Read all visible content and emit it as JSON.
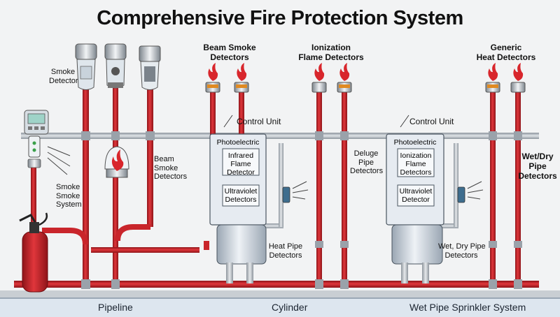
{
  "title": "Comprehensive Fire Protection System",
  "labels": {
    "smoke_detector": [
      "Smoke",
      "Detector"
    ],
    "beam_smoke_detectors": [
      "Beam Smoke",
      "Detectors"
    ],
    "ionization_flame_detectors": [
      "Ionization",
      "Flame Detectors"
    ],
    "generic_heat_detectors": [
      "Generic",
      "Heat Detectors"
    ],
    "control_unit_left": "Control Unit",
    "control_unit_right": "Control Unit",
    "beam_smoke_detectors_mid": [
      "Beam",
      "Smoke",
      "Detectors"
    ],
    "smoke_system": [
      "Smoke",
      "Smoke",
      "System"
    ],
    "deluge_pipe_detectors": [
      "Deluge",
      "Pipe",
      "Detectors"
    ],
    "wet_dry_pipe_detectors": [
      "Wet/Dry",
      "Pipe",
      "Detectors"
    ],
    "heat_pipe_detectors": [
      "Heat Pipe",
      "Detectors"
    ],
    "wet_dry_pipe_detectors_low": [
      "Wet, Dry Pipe",
      "Detectors"
    ]
  },
  "panel_left": {
    "heading": "Photoelectric",
    "box1": [
      "Infrared",
      "Flame",
      "Detector"
    ],
    "box2": [
      "Ultraviolet",
      "Detectors"
    ]
  },
  "panel_right": {
    "heading": "Photoelectric",
    "box1": [
      "Ionization",
      "Flame",
      "Detectors"
    ],
    "box2": [
      "Ultraviolet",
      "Detector"
    ]
  },
  "bottom": {
    "pipeline": "Pipeline",
    "cylinder": "Cylinder",
    "sprinkler": "Wet Pipe Sprinkler System"
  },
  "colors": {
    "pipe_red": "#c9252b",
    "pipe_gray": "#aeb5bc",
    "flame_red": "#d8262c",
    "panel_fill": "#e6ebf1"
  }
}
